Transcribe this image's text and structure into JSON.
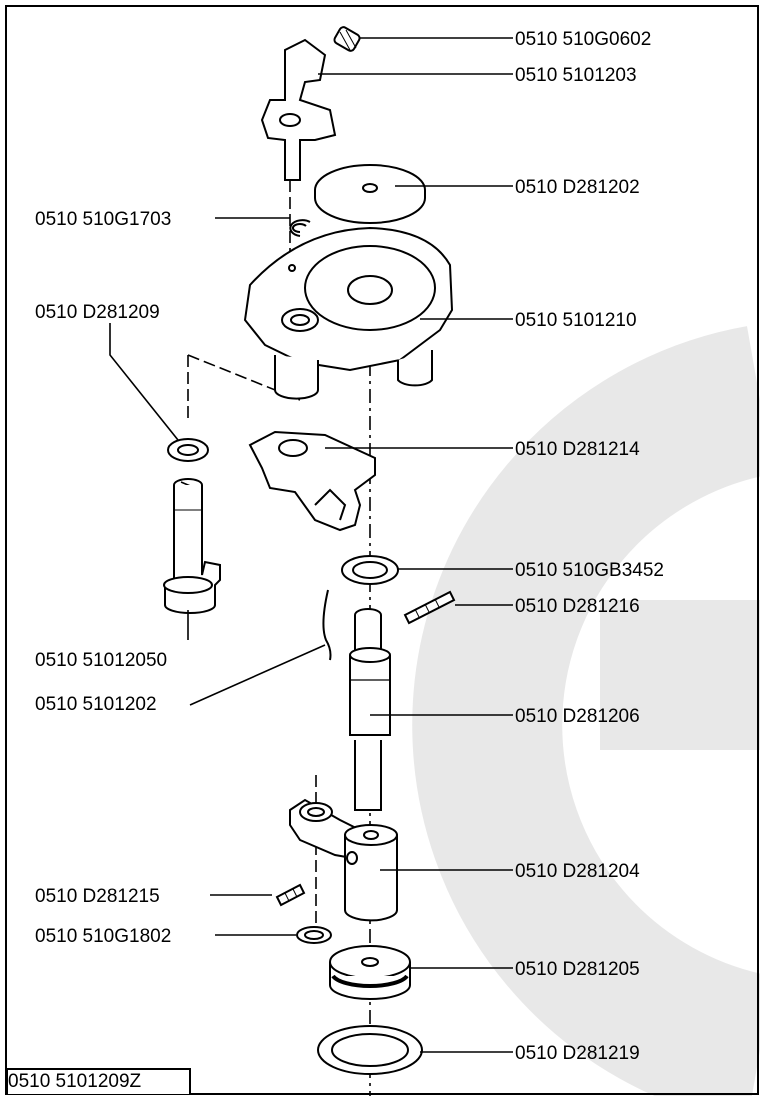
{
  "assembly_number": "0510 5101209Z",
  "parts": [
    {
      "id": "p1",
      "label": "0510 510G0602"
    },
    {
      "id": "p2",
      "label": "0510 5101203"
    },
    {
      "id": "p3",
      "label": "0510 D281202"
    },
    {
      "id": "p4",
      "label": "0510 510G1703"
    },
    {
      "id": "p5",
      "label": "0510 D281209"
    },
    {
      "id": "p6",
      "label": "0510 5101210"
    },
    {
      "id": "p7",
      "label": "0510 D281214"
    },
    {
      "id": "p8",
      "label": "0510 510GB3452"
    },
    {
      "id": "p9",
      "label": "0510 D281216"
    },
    {
      "id": "p10",
      "label": "0510 51012050"
    },
    {
      "id": "p11",
      "label": "0510 5101202"
    },
    {
      "id": "p12",
      "label": "0510 D281206"
    },
    {
      "id": "p13",
      "label": "0510 D281204"
    },
    {
      "id": "p14",
      "label": "0510 D281215"
    },
    {
      "id": "p15",
      "label": "0510 510G1802"
    },
    {
      "id": "p16",
      "label": "0510 D281205"
    },
    {
      "id": "p17",
      "label": "0510 D281219"
    }
  ],
  "colors": {
    "line": "#000000",
    "watermark": "#e6e6e6",
    "background": "#ffffff"
  }
}
